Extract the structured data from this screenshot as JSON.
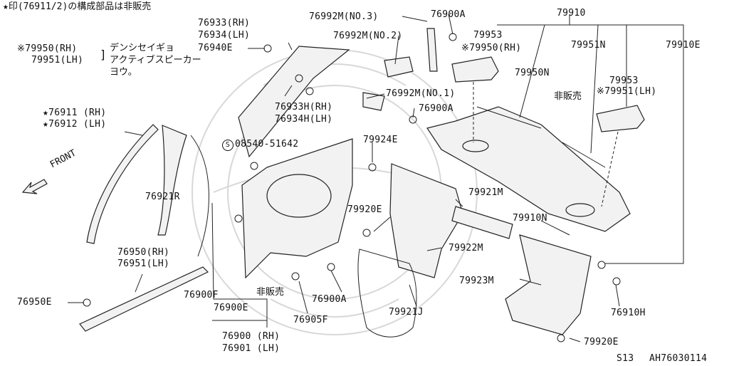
{
  "header": {
    "note": "★印(76911/2)の構成部品は非販売"
  },
  "footer": {
    "model": "S13",
    "code": "AH76030114"
  },
  "front_label": "FRONT",
  "speaker_note": {
    "line1": "デンシセイギョ",
    "line2": "アクティブスピーカー",
    "line3": "ヨウ。"
  },
  "labels": {
    "p79950_rh_left": "※79950(RH)",
    "p79951_lh_left": "79951(LH)",
    "p76933_rh": "76933(RH)",
    "p76934_lh": "76934(LH)",
    "p76940e": "76940E",
    "p76992m_3": "76992M(NO.3)",
    "p76992m_2": "76992M(NO.2)",
    "p76992m_1": "76992M(NO.1)",
    "p76900a_top": "76900A",
    "p76900a_mid": "76900A",
    "p79910": "79910",
    "p79953_top": "79953",
    "p79950_rh_right": "※79950(RH)",
    "p79951n": "79951N",
    "p79910e": "79910E",
    "p79950n": "79950N",
    "p79953_mid": "79953",
    "p79951_lh_right_prefix": "※",
    "p79951_lh_right_hl": "7995",
    "p79951_lh_right_rest": "1(LH)",
    "hihanbai_right": "非販売",
    "p76911_rh": "★76911 (RH)",
    "p76912_lh": "★76912 (LH)",
    "p76933h_rh": "76933H(RH)",
    "p76934h_lh": "76934H(LH)",
    "p08540": "08540-51642",
    "p79924e": "79924E",
    "p76921r": "76921R",
    "p79921m": "79921M",
    "p79920e_mid": "79920E",
    "p79910n": "79910N",
    "p79922m": "79922M",
    "p76950_rh": "76950(RH)",
    "p76951_lh": "76951(LH)",
    "p79923m": "79923M",
    "p76950e": "76950E",
    "p76900f": "76900F",
    "hihanbai_left": "非販売",
    "p76900a_bot": "76900A",
    "p76900e": "76900E",
    "p79921j": "79921J",
    "p76910h": "76910H",
    "p76905f": "76905F",
    "p76900_rh": "76900 (RH)",
    "p76901_lh": "76901 (LH)",
    "p79920e_bot": "79920E"
  },
  "colors": {
    "highlight": "#6f79c9",
    "ink": "#222222",
    "watermark": "#d8d8d8"
  }
}
